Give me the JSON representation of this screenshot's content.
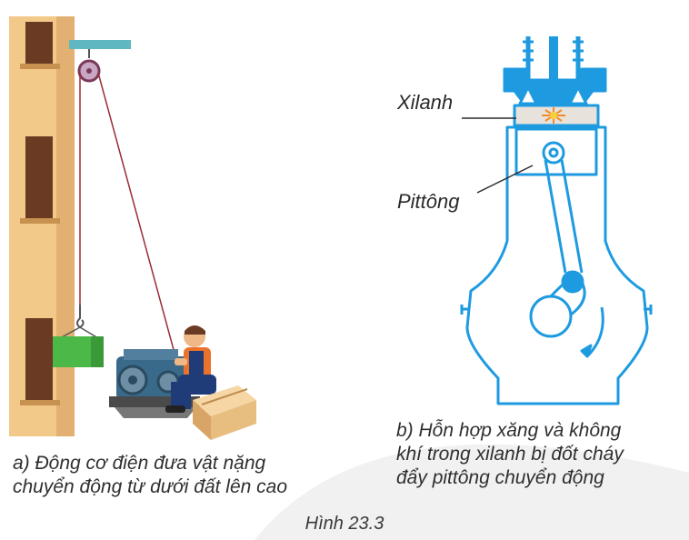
{
  "panel_a": {
    "caption_line1": "a) Động cơ điện đưa vật nặng",
    "caption_line2": "chuyển động từ dưới đất lên cao"
  },
  "panel_b": {
    "label_cylinder": "Xilanh",
    "label_piston": "Pittông",
    "caption_line1": "b) Hỗn hợp xăng và không",
    "caption_line2": "khí trong xilanh bị đốt cháy",
    "caption_line3": "đẩy pittông chuyển động"
  },
  "figure_title": "Hình 23.3",
  "colors": {
    "engine_blue": "#1e9be0",
    "building": "#f3c98a",
    "window": "#6b3a22",
    "box_green": "#4cb848",
    "beam": "#5fb7c2",
    "rope": "#9c2b35"
  }
}
